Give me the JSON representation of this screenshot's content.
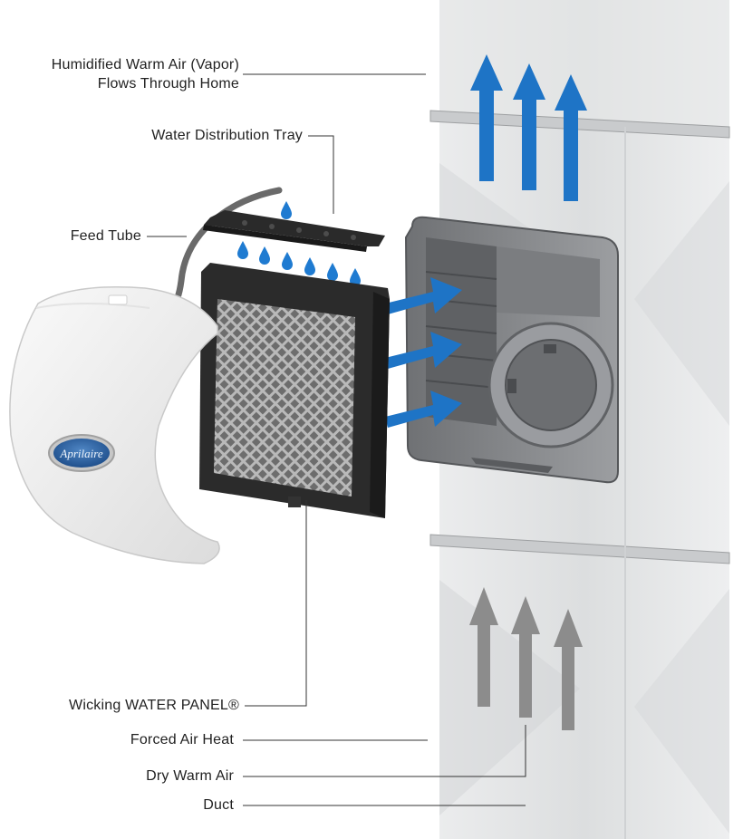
{
  "labels": {
    "humidified_line1": "Humidified Warm Air (Vapor)",
    "humidified_line2": "Flows Through Home",
    "water_tray": "Water Distribution Tray",
    "feed_tube": "Feed Tube",
    "water_panel": "Wicking WATER PANEL®",
    "forced_air": "Forced Air Heat",
    "dry_air": "Dry Warm Air",
    "duct": "Duct"
  },
  "brand": {
    "logo": "Aprilaire"
  },
  "colors": {
    "blue_arrow": "#1e74c6",
    "gray_arrow": "#8c8c8c",
    "duct": "#e2e3e4",
    "housing": "#8a8c8f",
    "panel_frame": "#2b2b2b",
    "cover": "#f1f1f1"
  },
  "icons": [
    "water-drop-icon",
    "arrow-up-icon",
    "arrow-right-icon"
  ]
}
